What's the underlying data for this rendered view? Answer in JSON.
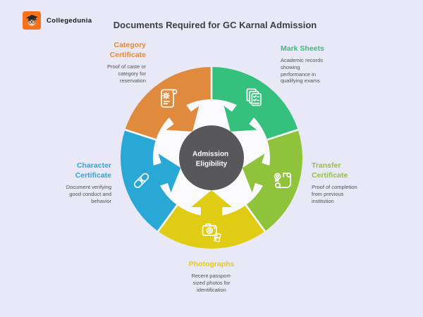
{
  "brand": {
    "name": "Collegedunia",
    "logo_bg": "#F4731C"
  },
  "title": "Documents Required for GC Karnal Admission",
  "center": {
    "line1": "Admission",
    "line2": "Eligibility",
    "fill": "#58585A",
    "text_color": "#FFFFFF"
  },
  "colors": {
    "background": "#E9E8F6",
    "hole": "#FAFAFD",
    "title_text": "#3E3E4A",
    "desc_text": "#50505A"
  },
  "segments": [
    {
      "id": "category-certificate",
      "label": "Category\nCertificate",
      "description": "Proof of caste or\ncategory for\nreservation",
      "color": "#E08A3D",
      "icon": "certificate-seal-icon",
      "start_angle": 288,
      "end_angle": 360
    },
    {
      "id": "mark-sheets",
      "label": "Mark Sheets",
      "description": "Academic records\nshowing\nperformance in\nqualifying exams",
      "color": "#35C07D",
      "icon": "mark-sheets-icon",
      "start_angle": 0,
      "end_angle": 72
    },
    {
      "id": "transfer-certificate",
      "label": "Transfer\nCertificate",
      "description": "Proof of completion\nfrom previous\ninstitution",
      "color": "#90C33C",
      "icon": "transfer-scroll-icon",
      "start_angle": 72,
      "end_angle": 144
    },
    {
      "id": "photographs",
      "label": "Photographs",
      "description": "Recent passport-\nsized photos for\nidentification",
      "color": "#E0CC15",
      "label_color": "#E7CF00",
      "icon": "camera-icon",
      "start_angle": 144,
      "end_angle": 216
    },
    {
      "id": "character-certificate",
      "label": "Character\nCertificate",
      "description": "Document verifying\ngood conduct and\nbehavior",
      "color": "#29A8D6",
      "icon": "diploma-icon",
      "start_angle": 216,
      "end_angle": 288
    }
  ]
}
